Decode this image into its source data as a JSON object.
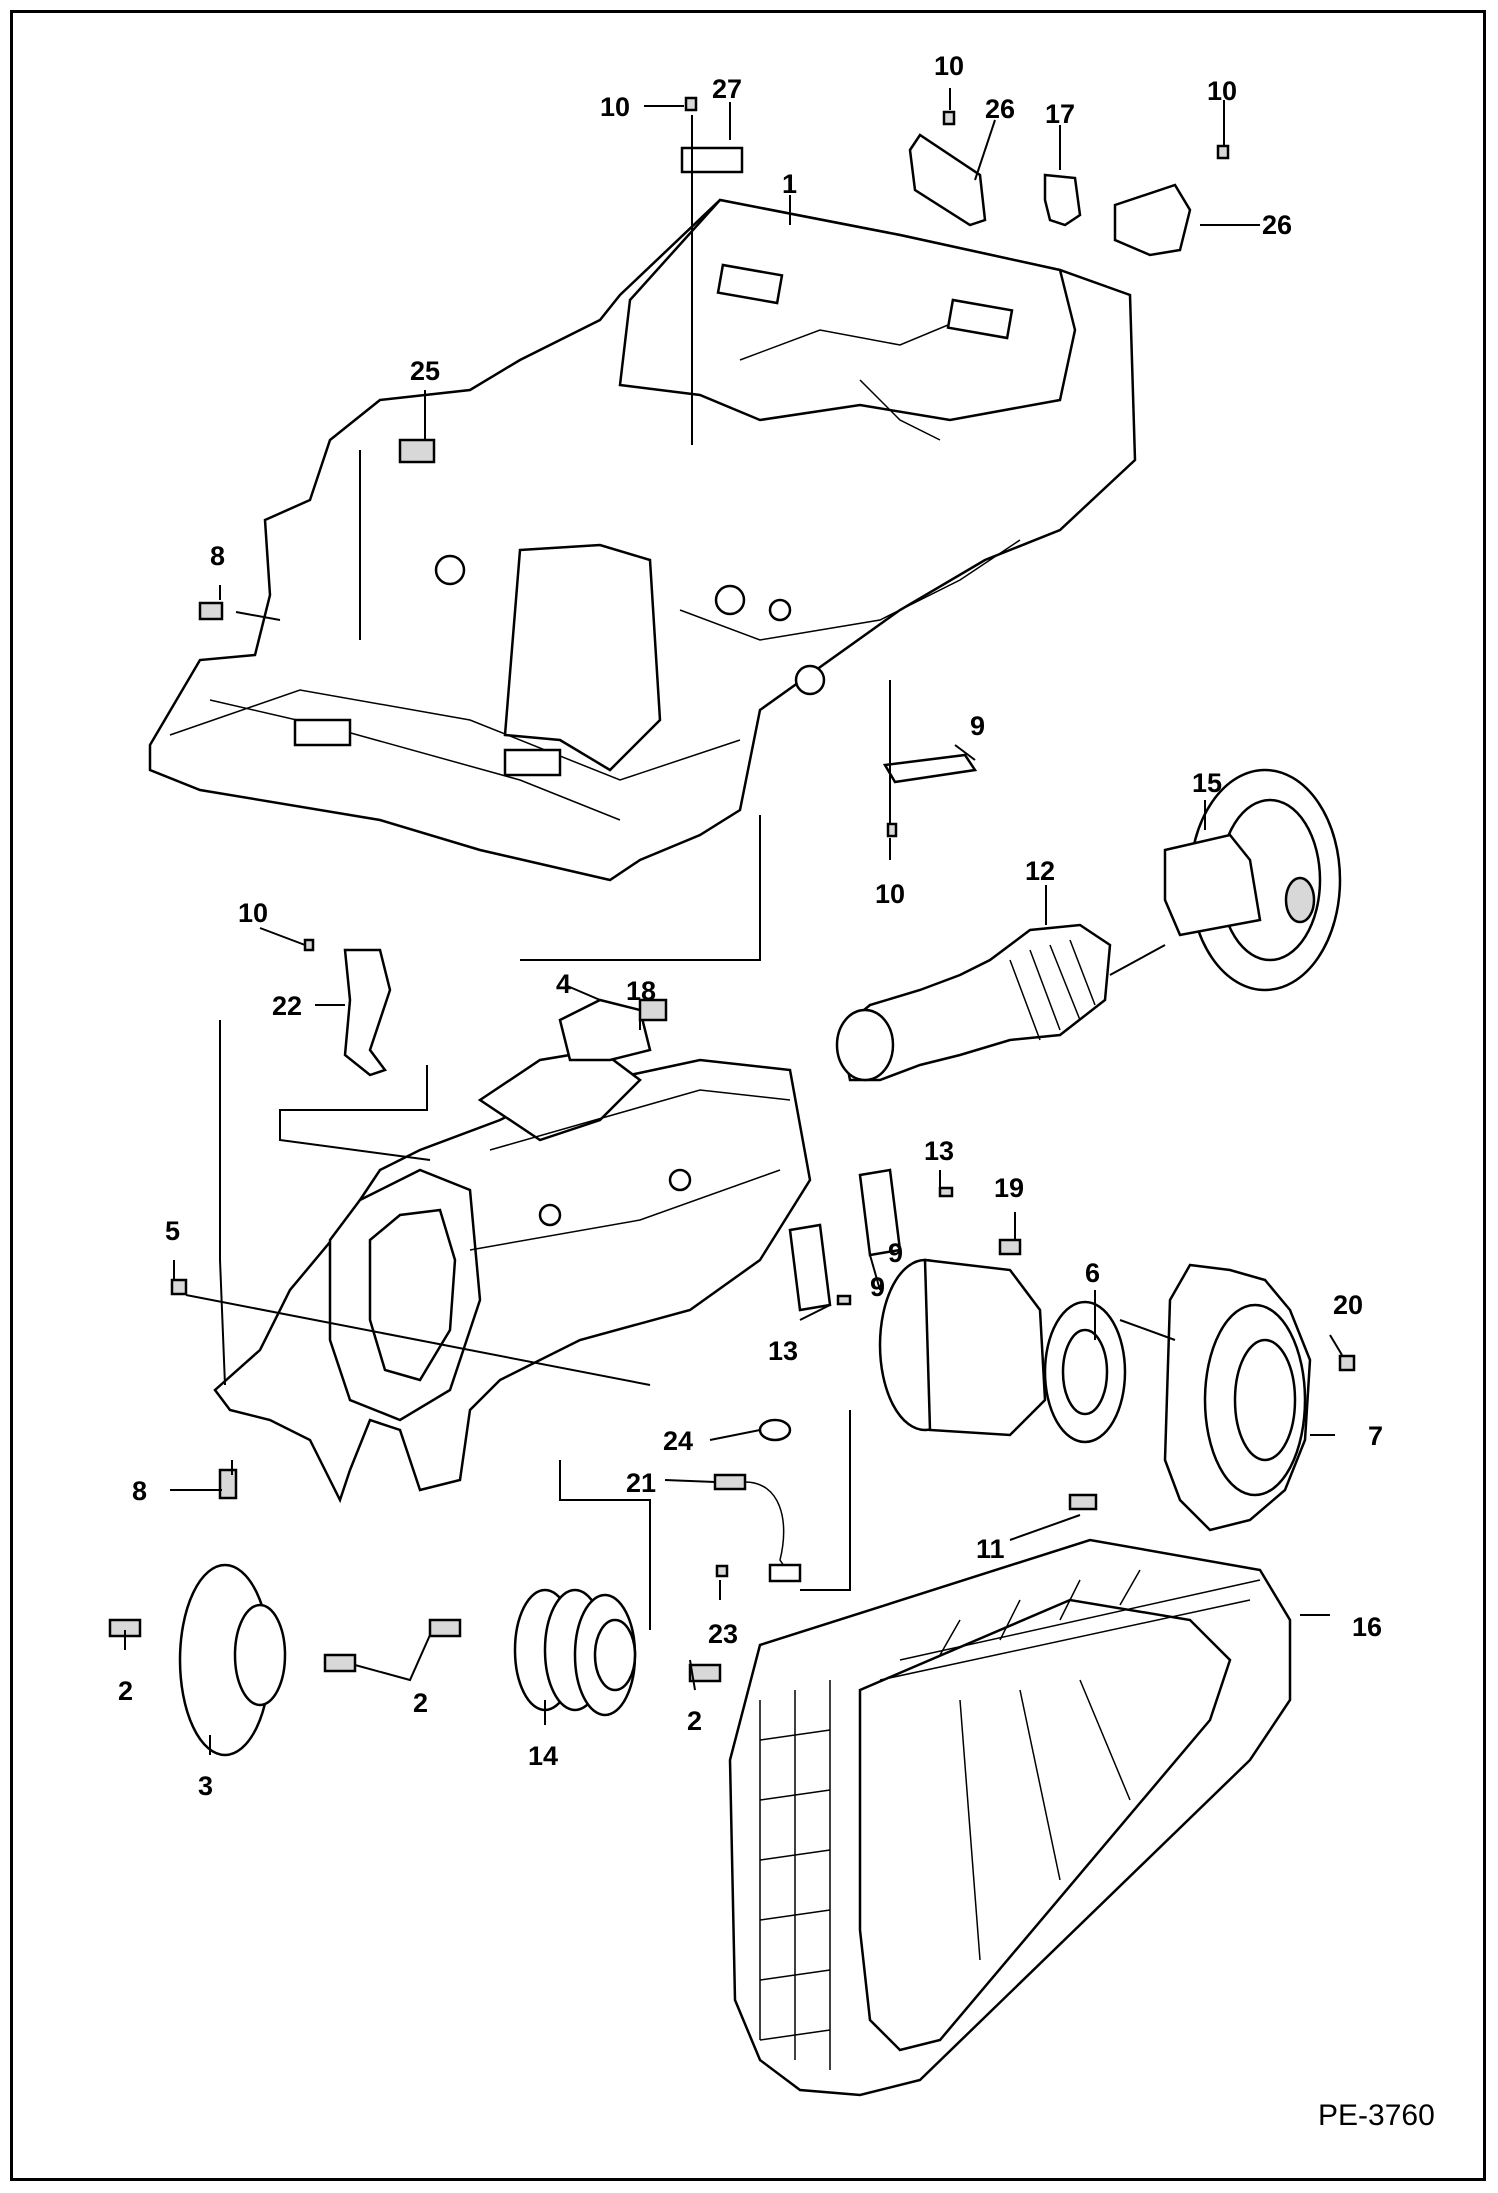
{
  "drawing_code": "PE-3760",
  "callouts": [
    {
      "id": "c-10a",
      "text": "10"
    },
    {
      "id": "c-27",
      "text": "27"
    },
    {
      "id": "c-10b",
      "text": "10"
    },
    {
      "id": "c-26a",
      "text": "26"
    },
    {
      "id": "c-17",
      "text": "17"
    },
    {
      "id": "c-10c",
      "text": "10"
    },
    {
      "id": "c-26b",
      "text": "26"
    },
    {
      "id": "c-1",
      "text": "1"
    },
    {
      "id": "c-25",
      "text": "25"
    },
    {
      "id": "c-8a",
      "text": "8"
    },
    {
      "id": "c-9a",
      "text": "9"
    },
    {
      "id": "c-10d",
      "text": "10"
    },
    {
      "id": "c-15",
      "text": "15"
    },
    {
      "id": "c-12",
      "text": "12"
    },
    {
      "id": "c-10e",
      "text": "10"
    },
    {
      "id": "c-22",
      "text": "22"
    },
    {
      "id": "c-4",
      "text": "4"
    },
    {
      "id": "c-18",
      "text": "18"
    },
    {
      "id": "c-13a",
      "text": "13"
    },
    {
      "id": "c-19",
      "text": "19"
    },
    {
      "id": "c-5",
      "text": "5"
    },
    {
      "id": "c-9b",
      "text": "9"
    },
    {
      "id": "c-6",
      "text": "6"
    },
    {
      "id": "c-9c",
      "text": "9"
    },
    {
      "id": "c-20",
      "text": "20"
    },
    {
      "id": "c-13b",
      "text": "13"
    },
    {
      "id": "c-7",
      "text": "7"
    },
    {
      "id": "c-24",
      "text": "24"
    },
    {
      "id": "c-21",
      "text": "21"
    },
    {
      "id": "c-8b",
      "text": "8"
    },
    {
      "id": "c-11",
      "text": "11"
    },
    {
      "id": "c-23",
      "text": "23"
    },
    {
      "id": "c-16",
      "text": "16"
    },
    {
      "id": "c-2a",
      "text": "2"
    },
    {
      "id": "c-2b",
      "text": "2"
    },
    {
      "id": "c-2c",
      "text": "2"
    },
    {
      "id": "c-3",
      "text": "3"
    },
    {
      "id": "c-14",
      "text": "14"
    }
  ]
}
